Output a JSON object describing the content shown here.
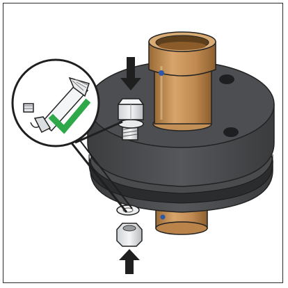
{
  "figure": {
    "kind": "installation-instruction-illustration",
    "callout": {
      "icon": "lubricant-tube-icon",
      "status_icon": "green-checkmark-icon"
    },
    "arrows": [
      {
        "name": "arrow-down-icon",
        "direction": "down"
      },
      {
        "name": "arrow-up-icon",
        "direction": "up"
      }
    ],
    "colors": {
      "flange": "#4a4b4d",
      "flange_dark": "#3a3b3d",
      "pipe_bronze": "#c8955f",
      "pipe_bronze_dark": "#a7763f",
      "check_green": "#2fa84a",
      "marker_blue": "#2f57a8",
      "frame": "#2a2a2a"
    }
  }
}
